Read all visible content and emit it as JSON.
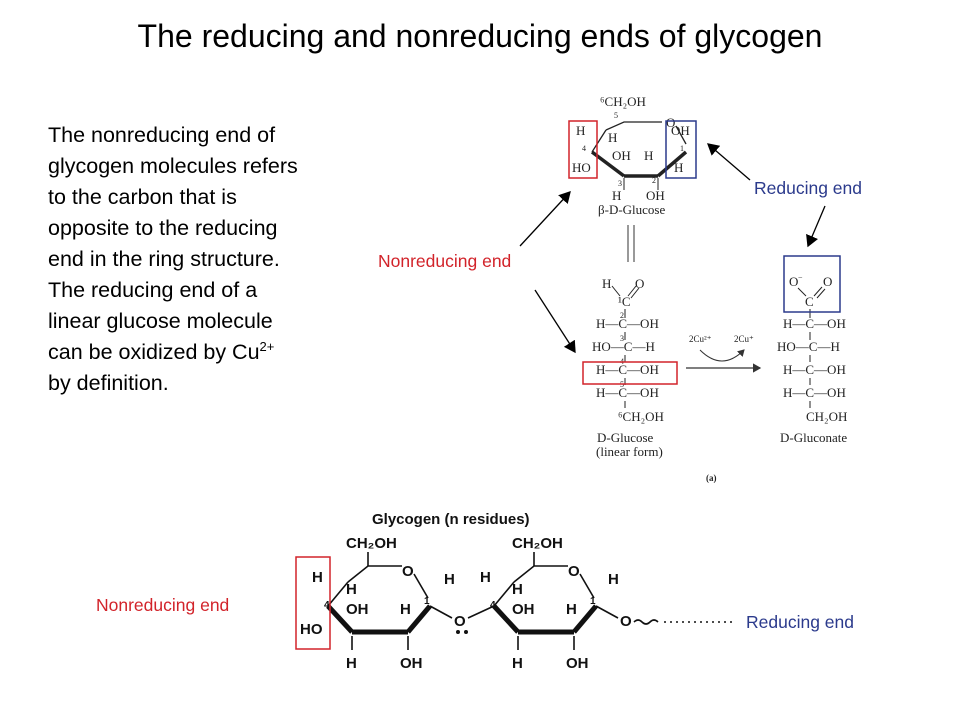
{
  "title": "The reducing and nonreducing ends of glycogen",
  "paragraph": {
    "main": "The nonreducing end of glycogen molecules refers to the carbon that is opposite to the reducing end in the ring structure.  The reducing end of a linear glucose molecule can be oxidized by Cu",
    "superscript": "2+",
    "tail": " by definition."
  },
  "labels": {
    "reducing_end_top": "Reducing end",
    "nonreducing_end_mid": "Nonreducing end",
    "nonreducing_end_bottom": "Nonreducing end",
    "reducing_end_bottom": "Reducing end"
  },
  "figure_a": {
    "ring_name": "β-D-Glucose",
    "linear_name": "D-Glucose",
    "linear_subtitle": "(linear form)",
    "product_name": "D-Gluconate",
    "reagent_in": "2Cu²⁺",
    "reagent_out": "2Cu⁺",
    "panel_label": "(a)"
  },
  "figure_b": {
    "heading": "Glycogen (n residues)"
  },
  "colors": {
    "nonreducing": "#d2232a",
    "reducing": "#2b3a8c"
  }
}
